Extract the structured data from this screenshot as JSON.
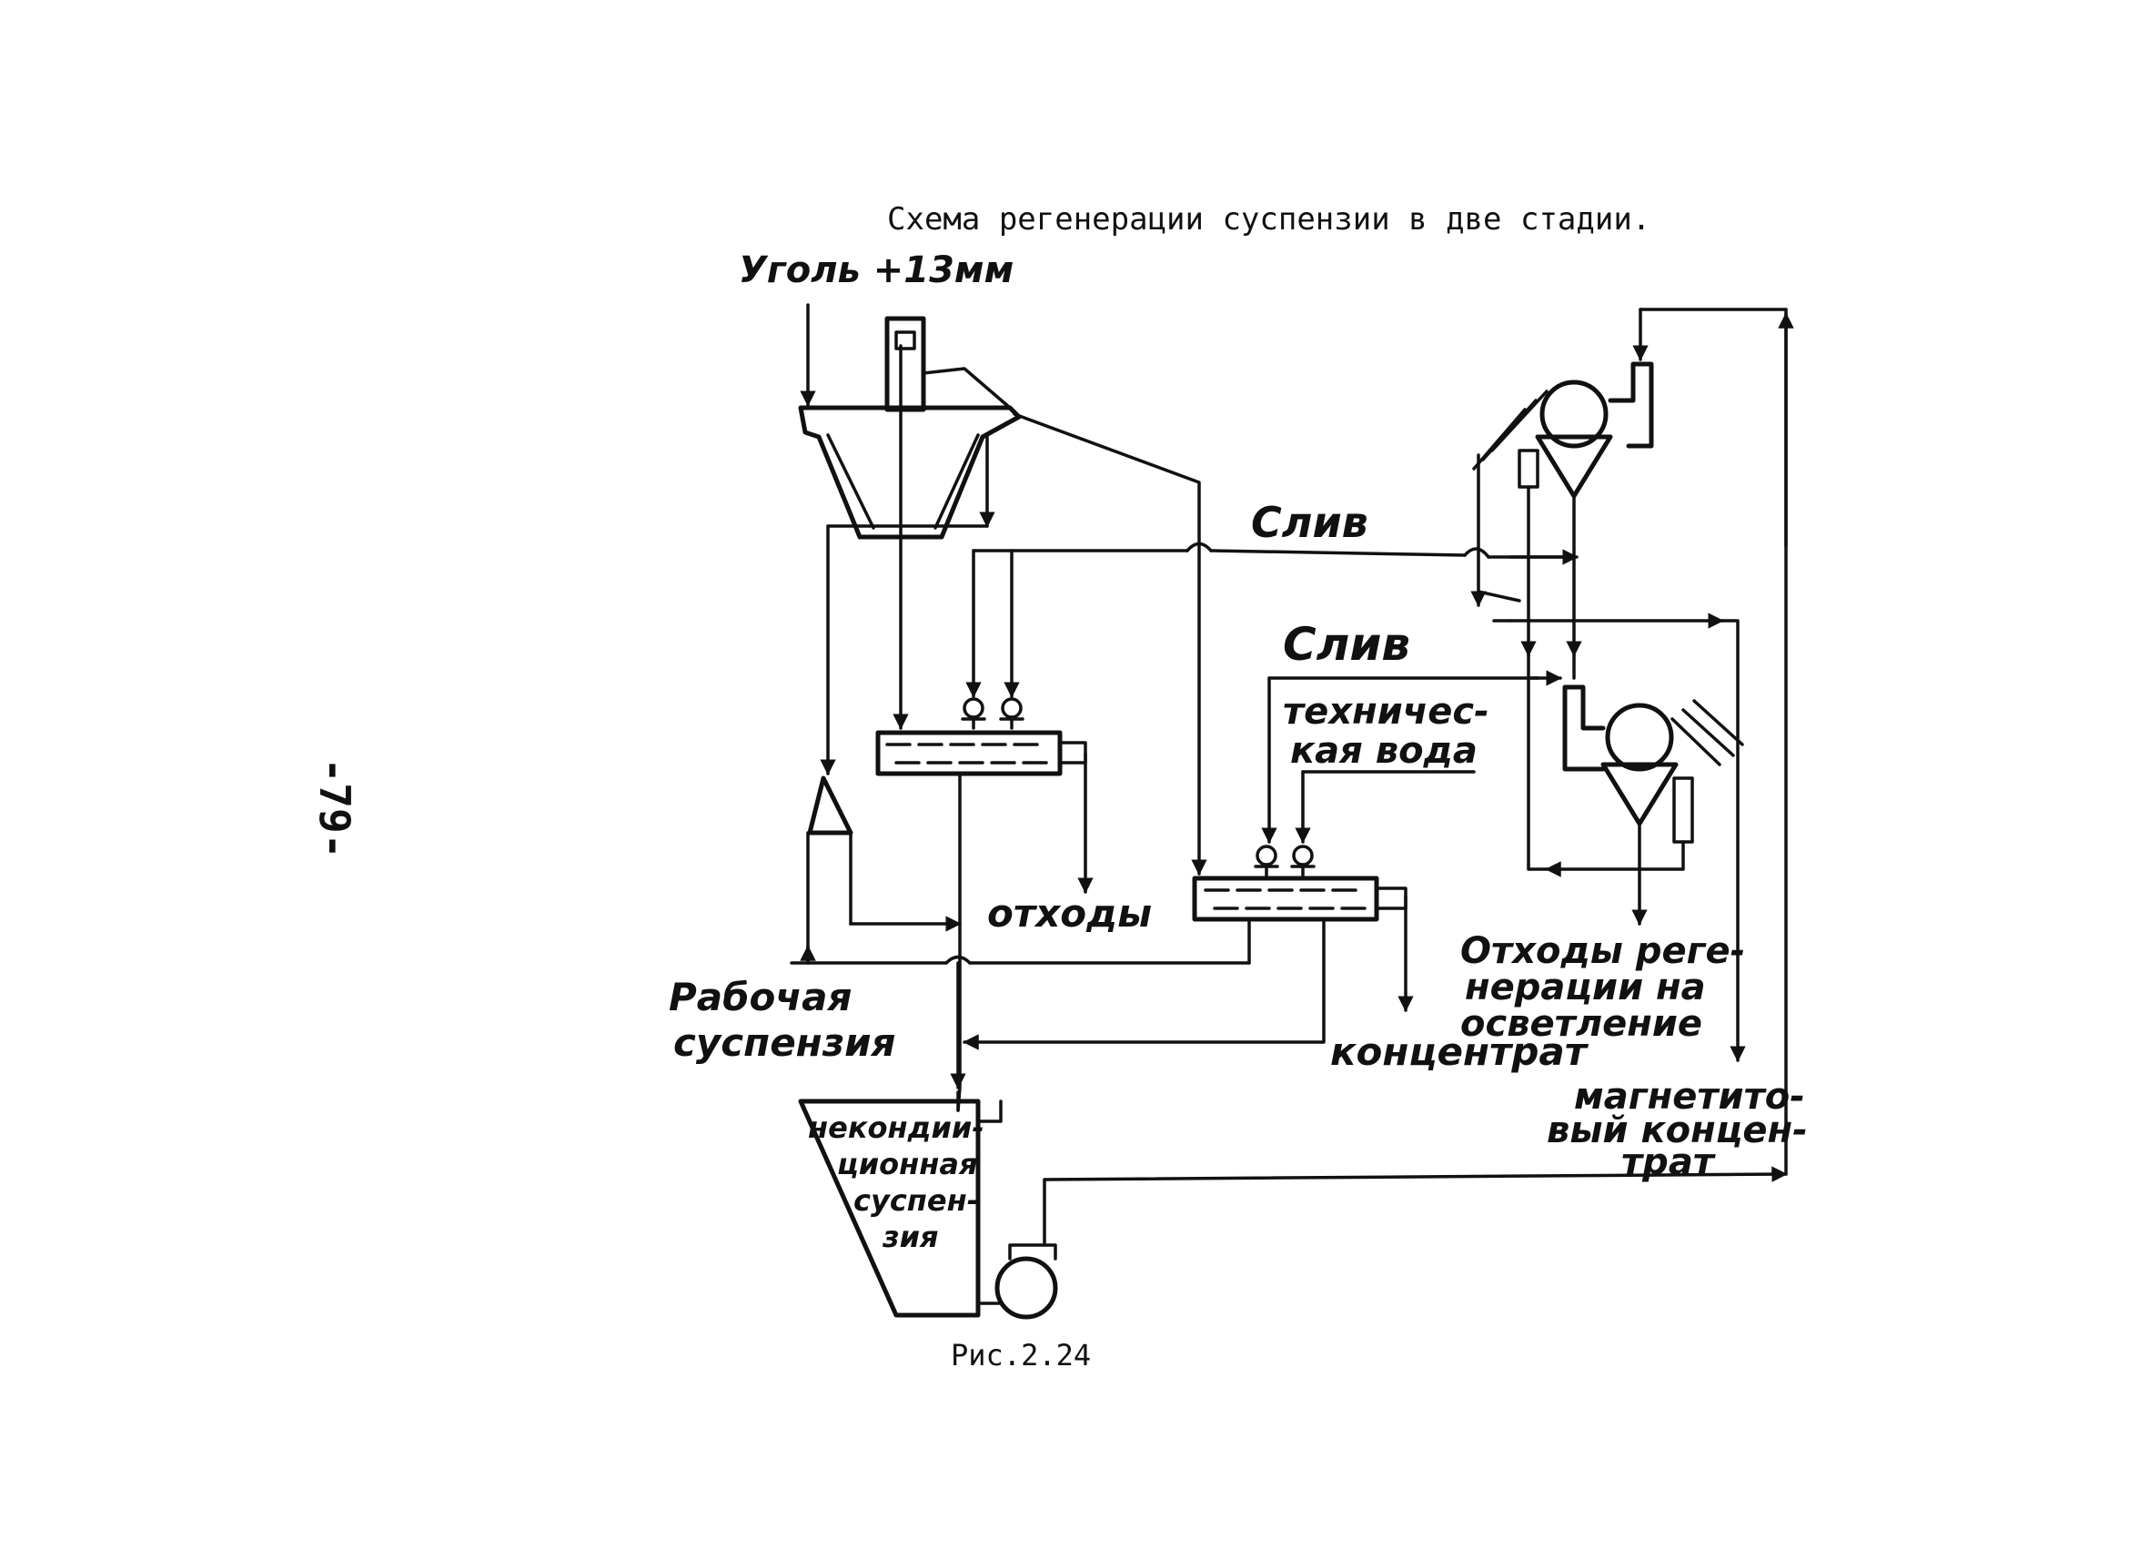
{
  "page_number": "-79-",
  "title": "Схема регенерации суспензии в две стадии.",
  "figure_caption": "Рис.2.24",
  "labels": {
    "coal_feed": "Уголь +13мм",
    "overflow_1": "Слив",
    "overflow_2": "Слив",
    "process_water_1": "техничес-",
    "process_water_2": "кая вода",
    "waste": "отходы",
    "working_suspension_1": "Рабочая",
    "working_suspension_2": "суспензия",
    "concentrate": "концентрат",
    "regen_waste_1": "Отходы реге-",
    "regen_waste_2": "нерации на",
    "regen_waste_3": "осветление",
    "magnetite_1": "магнетито-",
    "magnetite_2": "вый концен-",
    "magnetite_3": "трат",
    "tank_1": "некондии-",
    "tank_2": "ционная",
    "tank_3": "суспен-",
    "tank_4": "зия"
  }
}
